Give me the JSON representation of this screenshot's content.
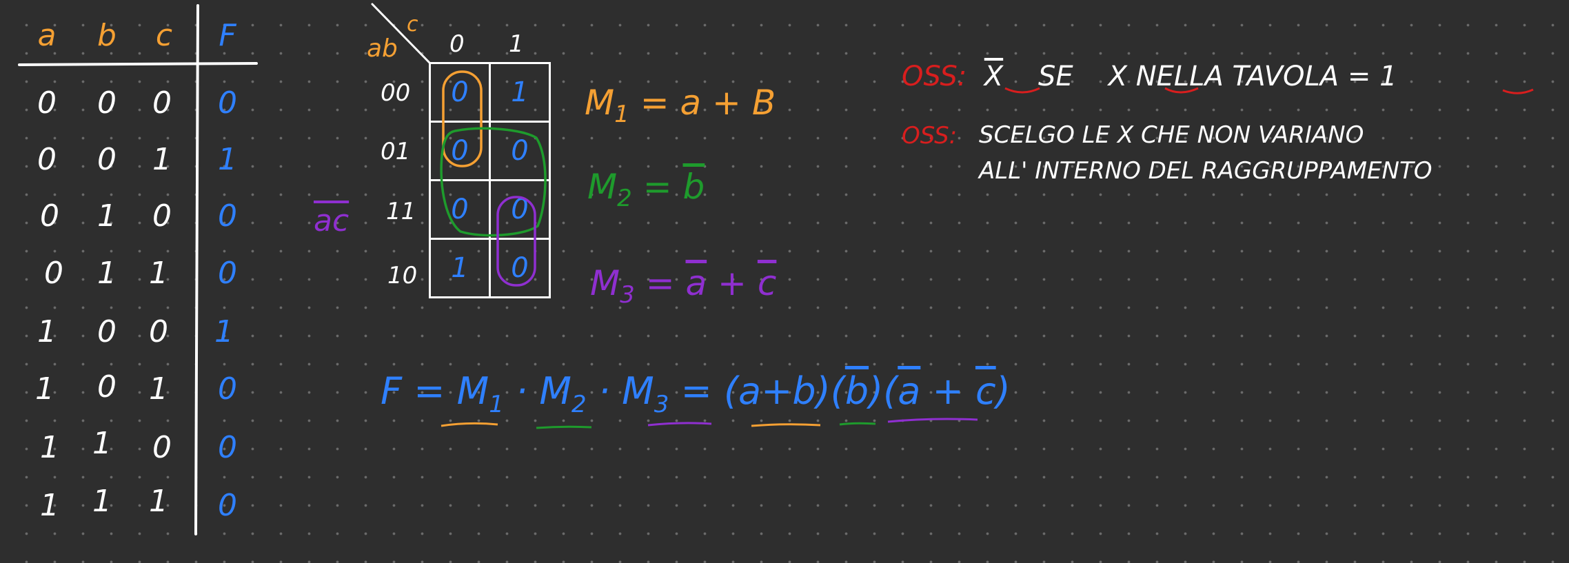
{
  "colors": {
    "background": "#2e2e2e",
    "orange": "#f5a033",
    "blue": "#2f80ff",
    "green": "#1e9b2c",
    "purple": "#8f2fd0",
    "red": "#d81e1e",
    "white": "#ffffff"
  },
  "truth_table": {
    "headers": [
      "a",
      "b",
      "c",
      "F"
    ],
    "rows": [
      [
        "0",
        "0",
        "0",
        "0"
      ],
      [
        "0",
        "0",
        "1",
        "1"
      ],
      [
        "0",
        "1",
        "0",
        "0"
      ],
      [
        "0",
        "1",
        "1",
        "0"
      ],
      [
        "1",
        "0",
        "0",
        "1"
      ],
      [
        "1",
        "0",
        "1",
        "0"
      ],
      [
        "1",
        "1",
        "0",
        "0"
      ],
      [
        "1",
        "1",
        "1",
        "0"
      ]
    ]
  },
  "kmap": {
    "row_var": "ab",
    "col_var": "c",
    "col_labels": [
      "0",
      "1"
    ],
    "row_labels": [
      "00",
      "01",
      "11",
      "10"
    ],
    "cells": [
      [
        "0",
        "1"
      ],
      [
        "0",
        "0"
      ],
      [
        "0",
        "0"
      ],
      [
        "1",
        "0"
      ]
    ],
    "side_label": "ac"
  },
  "maxterms": {
    "m1": {
      "name": "M",
      "sub": "1",
      "eq": "=",
      "expr": "a + B"
    },
    "m2": {
      "name": "M",
      "sub": "2",
      "eq": "=",
      "expr": "b"
    },
    "m3": {
      "name": "M",
      "sub": "3",
      "eq": "=",
      "expr_a": "a",
      "plus": "+",
      "expr_c": "c"
    }
  },
  "formula": {
    "lhs": "F",
    "eq": "=",
    "m1": "M",
    "m1_sub": "1",
    "dot": "·",
    "m2": "M",
    "m2_sub": "2",
    "m3": "M",
    "m3_sub": "3",
    "eq2": "=",
    "f1": "(a+b)",
    "f2_open": "(",
    "f2": "b",
    "f2_close": ")",
    "f3_open": "(",
    "f3_a": "a",
    "f3_plus": "+",
    "f3_c": "c",
    "f3_close": ")"
  },
  "notes": {
    "oss1_label": "OSS:",
    "oss1_x1": "X",
    "oss1_se": "SE",
    "oss1_x2": "X",
    "oss1_rest": "NELLA  TAVOLA =",
    "oss1_one": "1",
    "oss2_label": "OSS:",
    "oss2_line1": "SCELGO LE  X  CHE   NON  VARIANO",
    "oss2_line2": "ALL' INTERNO  DEL  RAGGRUPPAMENTO"
  }
}
